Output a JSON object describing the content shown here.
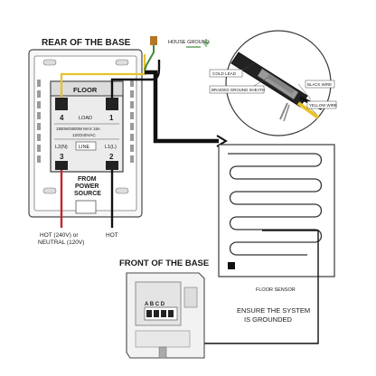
{
  "diagram": {
    "rear_title": "REAR OF THE BASE",
    "front_title": "FRONT OF THE BASE",
    "house_ground": "HOUSE GROUND",
    "floor": "FLOOR",
    "load": "LOAD",
    "terminal_4": "4",
    "terminal_1": "1",
    "terminal_3": "3",
    "terminal_2": "2",
    "rating_line1": "1800W/3600W MAX 15A",
    "rating_line2": "120/240VAC",
    "l2_label": "L2(N)",
    "line_label": "LINE",
    "l1_label": "L1(L)",
    "from_power_source": [
      "FROM",
      "POWER",
      "SOURCE"
    ],
    "hot_240_label": [
      "HOT (240V) or",
      "NEUTRAL (120V)"
    ],
    "hot_label": "HOT",
    "cold_lead": "COLD LEAD",
    "braided_ground": "BRAIDED GROUND SHEATH",
    "black_wire": "BLACK WIRE",
    "yellow_wire": "YELLOW WIRE",
    "floor_sensor": "FLOOR SENSOR",
    "ensure_text": [
      "ENSURE THE SYSTEM",
      "IS GROUNDED"
    ],
    "terminal_letters": "A B C D",
    "colors": {
      "hot_red": "#c0262c",
      "ground_green": "#3e8a3a",
      "yellow_wire": "#e8c22a",
      "black_wire": "#111111",
      "outline": "#4a4a4a",
      "panel_fill": "#f2f2f2"
    }
  }
}
